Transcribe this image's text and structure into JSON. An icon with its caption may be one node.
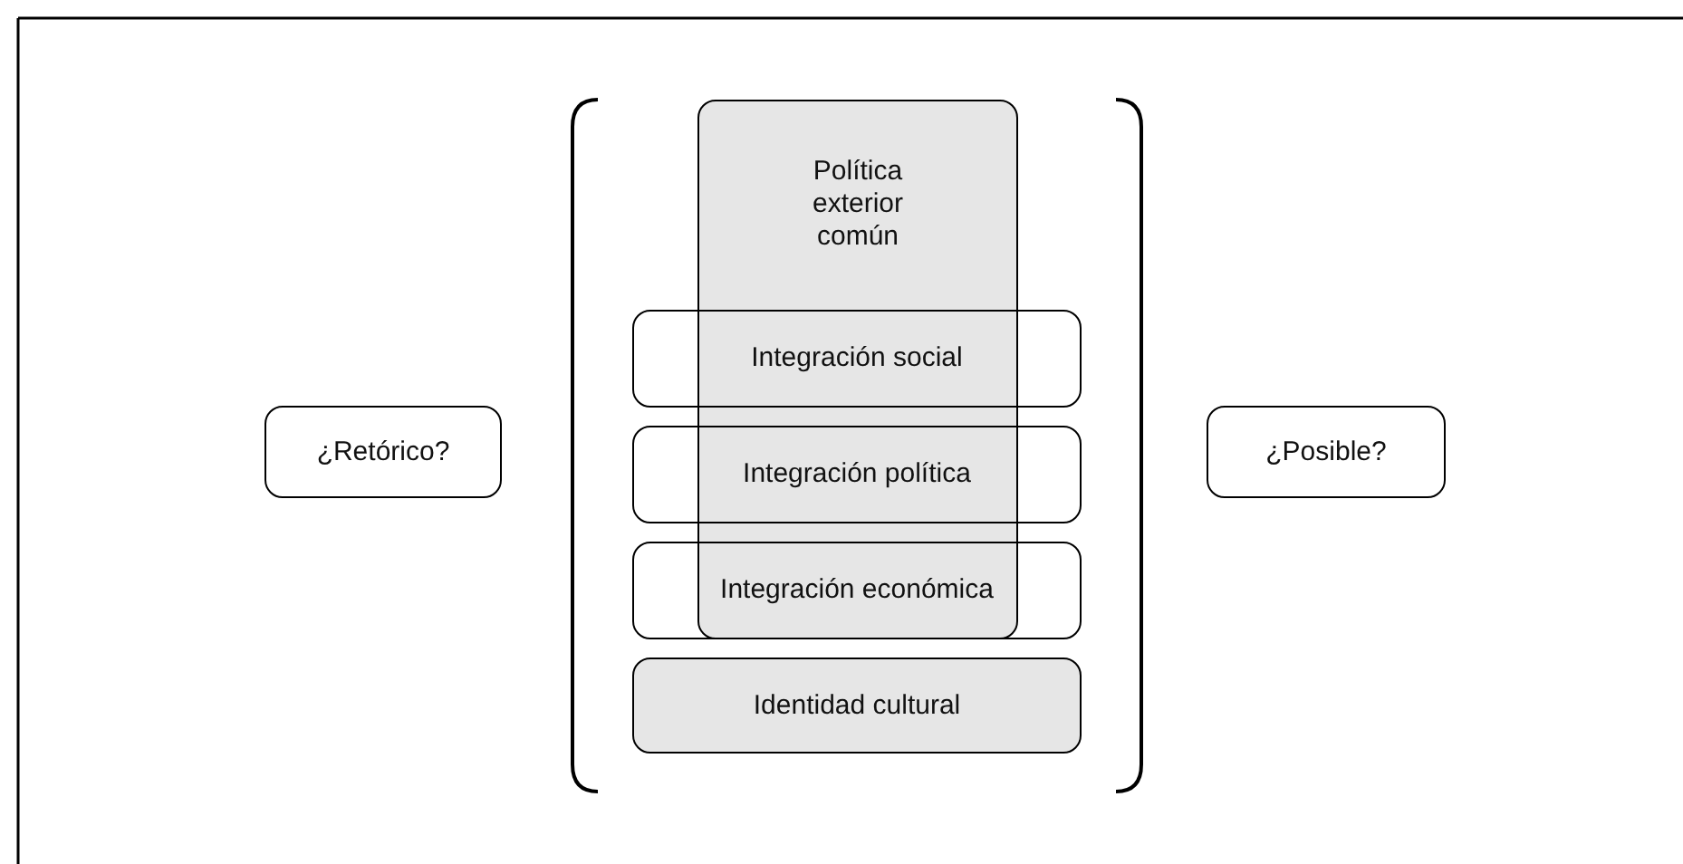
{
  "diagram": {
    "nodes": [
      {
        "text": [
          "¿Retórico?"
        ]
      },
      {
        "text": [
          "Política exterior común"
        ]
      },
      {
        "text": [
          "Integración social"
        ]
      },
      {
        "text": [
          "Integración política"
        ]
      },
      {
        "text": [
          "Integración económica"
        ]
      },
      {
        "text": [
          "Identidad cultural"
        ]
      },
      {
        "text": [
          "¿Posible?"
        ]
      }
    ]
  }
}
